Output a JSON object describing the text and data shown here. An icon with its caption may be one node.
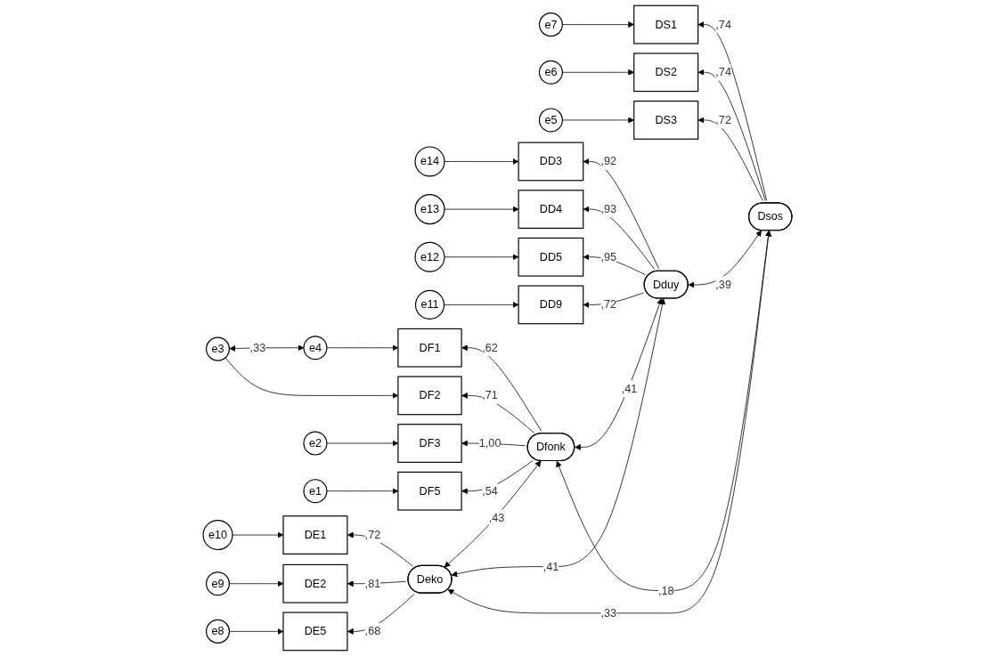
{
  "diagram": {
    "nodes": [
      {
        "text": [
          "e7"
        ]
      },
      {
        "text": [
          "e6"
        ]
      },
      {
        "text": [
          "e5"
        ]
      },
      {
        "text": [
          "e14"
        ]
      },
      {
        "text": [
          "e13"
        ]
      },
      {
        "text": [
          "e12"
        ]
      },
      {
        "text": [
          "e11"
        ]
      },
      {
        "text": [
          "e4"
        ]
      },
      {
        "text": [
          "e3"
        ]
      },
      {
        "text": [
          "e2"
        ]
      },
      {
        "text": [
          "e1"
        ]
      },
      {
        "text": [
          "e10"
        ]
      },
      {
        "text": [
          "e9"
        ]
      },
      {
        "text": [
          "e8"
        ]
      },
      {
        "text": [
          "DS1"
        ]
      },
      {
        "text": [
          "DS2"
        ]
      },
      {
        "text": [
          "DS3"
        ]
      },
      {
        "text": [
          "DD3"
        ]
      },
      {
        "text": [
          "DD4"
        ]
      },
      {
        "text": [
          "DD5"
        ]
      },
      {
        "text": [
          "DD9"
        ]
      },
      {
        "text": [
          "DF1"
        ]
      },
      {
        "text": [
          "DF2"
        ]
      },
      {
        "text": [
          "DF3"
        ]
      },
      {
        "text": [
          "DF5"
        ]
      },
      {
        "text": [
          "DE1"
        ]
      },
      {
        "text": [
          "DE2"
        ]
      },
      {
        "text": [
          "DE5"
        ]
      },
      {
        "text": [
          "Dsos"
        ]
      },
      {
        "text": [
          "Dduy"
        ]
      },
      {
        "text": [
          "Dfonk"
        ]
      },
      {
        "text": [
          "Deko"
        ]
      }
    ],
    "edges": [
      {
        "from": 0,
        "to": 14,
        "arrow": "to"
      },
      {
        "from": 1,
        "to": 15,
        "arrow": "to"
      },
      {
        "from": 2,
        "to": 16,
        "arrow": "to"
      },
      {
        "from": 3,
        "to": 17,
        "arrow": "to"
      },
      {
        "from": 4,
        "to": 18,
        "arrow": "to"
      },
      {
        "from": 5,
        "to": 19,
        "arrow": "to"
      },
      {
        "from": 6,
        "to": 20,
        "arrow": "to"
      },
      {
        "from": 7,
        "to": 21,
        "arrow": "to"
      },
      {
        "from": 8,
        "to": 22,
        "arrow": "to"
      },
      {
        "from": 9,
        "to": 23,
        "arrow": "to"
      },
      {
        "from": 10,
        "to": 24,
        "arrow": "to"
      },
      {
        "from": 11,
        "to": 25,
        "arrow": "to"
      },
      {
        "from": 12,
        "to": 26,
        "arrow": "to"
      },
      {
        "from": 13,
        "to": 27,
        "arrow": "to"
      },
      {
        "from": 28,
        "to": 14,
        "arrow": "to",
        "label": ",74"
      },
      {
        "from": 28,
        "to": 15,
        "arrow": "to",
        "label": ",74"
      },
      {
        "from": 28,
        "to": 16,
        "arrow": "to",
        "label": ",72"
      },
      {
        "from": 29,
        "to": 17,
        "arrow": "to",
        "label": ",92"
      },
      {
        "from": 29,
        "to": 18,
        "arrow": "to",
        "label": ",93"
      },
      {
        "from": 29,
        "to": 19,
        "arrow": "to",
        "label": ",95"
      },
      {
        "from": 29,
        "to": 20,
        "arrow": "to",
        "label": ",72"
      },
      {
        "from": 30,
        "to": 21,
        "arrow": "to",
        "label": ",62"
      },
      {
        "from": 30,
        "to": 22,
        "arrow": "to",
        "label": ",71"
      },
      {
        "from": 30,
        "to": 23,
        "arrow": "to",
        "label": "1,00"
      },
      {
        "from": 30,
        "to": 24,
        "arrow": "to",
        "label": ",54"
      },
      {
        "from": 31,
        "to": 25,
        "arrow": "to",
        "label": ",72"
      },
      {
        "from": 31,
        "to": 26,
        "arrow": "to",
        "label": ",81"
      },
      {
        "from": 31,
        "to": 27,
        "arrow": "to",
        "label": ",68"
      },
      {
        "from": 28,
        "to": 29,
        "arrow": "both",
        "label": ",39"
      },
      {
        "from": 28,
        "to": 30,
        "arrow": "both",
        "label": ",18"
      },
      {
        "from": 28,
        "to": 31,
        "arrow": "both",
        "label": ",33"
      },
      {
        "from": 29,
        "to": 30,
        "arrow": "both",
        "label": ",41"
      },
      {
        "from": 29,
        "to": 31,
        "arrow": "both",
        "label": ",41"
      },
      {
        "from": 30,
        "to": 31,
        "arrow": "both",
        "label": ",43"
      },
      {
        "from": 7,
        "to": 8,
        "arrow": "both",
        "label": ",33"
      }
    ]
  }
}
